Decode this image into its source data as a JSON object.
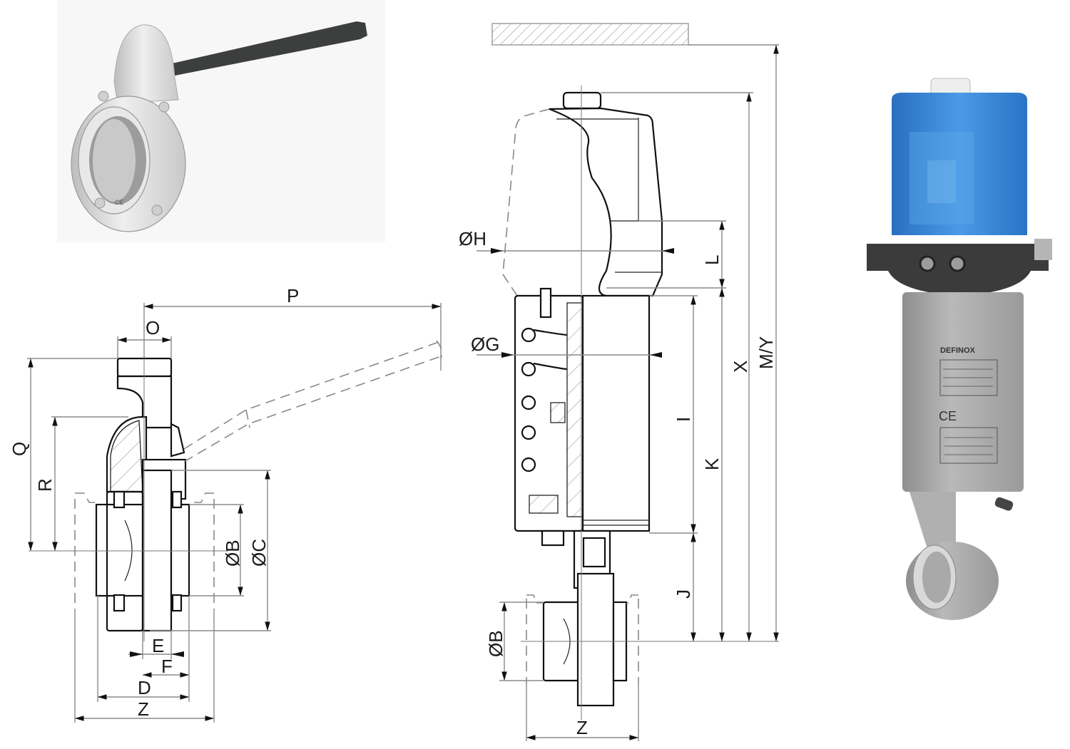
{
  "figure": {
    "type": "technical-drawing",
    "subject": "Sanitary butterfly valve – manual handle version and actuated version"
  },
  "photos": {
    "manual_valve": {
      "description": "Butterfly valve with manual lever handle",
      "handle_color": "#3c3f3d",
      "body_color": "#d9d9d9",
      "marking": "CE"
    },
    "actuated_valve": {
      "description": "Butterfly valve with actuator and blue control head",
      "cap_color": "#2f7fd0",
      "body_color": "#a8a8a8",
      "nameplate_brand": "DEFINOX",
      "marking": "CE"
    }
  },
  "manual_drawing": {
    "dimensions": {
      "P": "P",
      "O": "O",
      "Q": "Q",
      "R": "R",
      "B": "ØB",
      "C": "ØC",
      "E": "E",
      "F": "F",
      "D": "D",
      "Z": "Z"
    }
  },
  "actuator_drawing": {
    "dimensions": {
      "H": "ØH",
      "G": "ØG",
      "L": "L",
      "I": "I",
      "K": "K",
      "J": "J",
      "X": "X",
      "MY": "M/Y",
      "B": "ØB",
      "Z": "Z"
    },
    "clearance_ceiling": "hatched clearance zone"
  }
}
